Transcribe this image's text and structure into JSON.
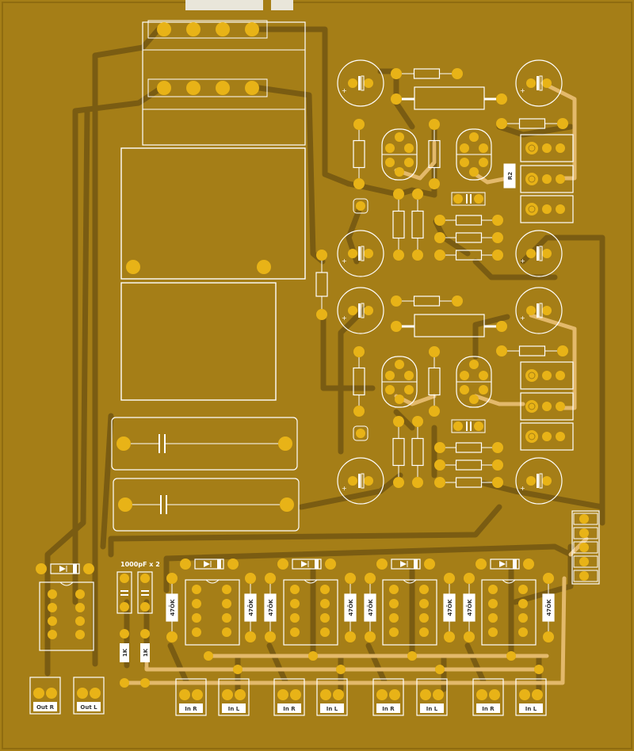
{
  "colors": {
    "board": "#a57e17",
    "board_edge": "#8f6c10",
    "trace_bottom": "#7a5c12",
    "trace_top": "#e3b96b",
    "pad": "#e8b317",
    "silk": "#ffffff"
  },
  "labels": {
    "cap_note": "1000pF x 2",
    "resistor_value": "47ÕK",
    "resistor_1k": "1K",
    "r2": "R2",
    "out_r": "Out R",
    "out_l": "Out L",
    "in_r": "In R",
    "in_l": "In L"
  }
}
